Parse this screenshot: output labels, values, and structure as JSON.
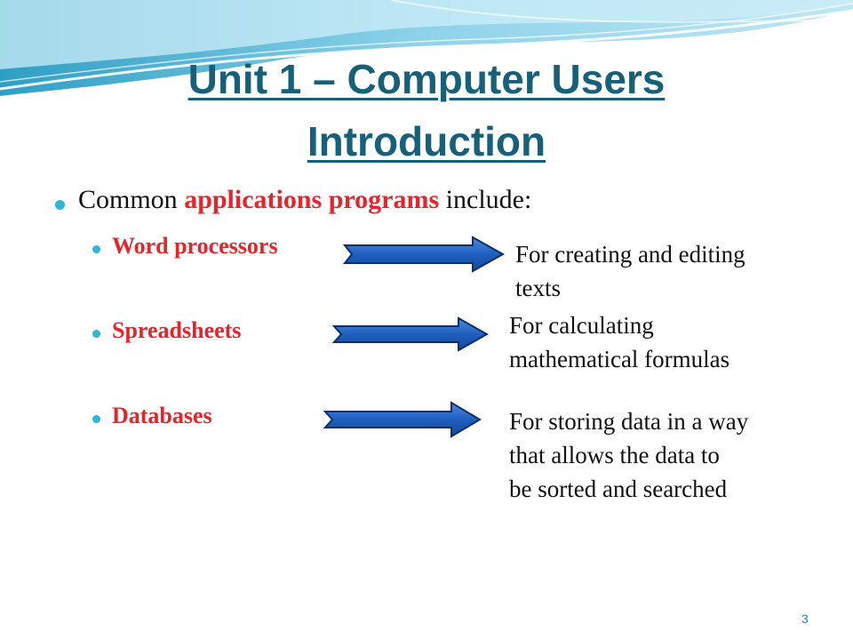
{
  "slide": {
    "title_line1": "Unit 1 – Computer Users",
    "title_line2": "Introduction",
    "intro": {
      "before": "Common ",
      "highlight": "applications programs",
      "after": " include:"
    },
    "items": [
      {
        "label": "Word processors",
        "desc_lines": [
          "For creating and editing",
          "texts"
        ]
      },
      {
        "label": "Spreadsheets",
        "desc_lines": [
          "For calculating",
          "mathematical formulas"
        ]
      },
      {
        "label": "Databases",
        "desc_lines": [
          "For storing data in a way",
          "that allows the data to",
          "be sorted and searched"
        ]
      }
    ],
    "page_number": "3"
  },
  "colors": {
    "title": "#17607a",
    "highlight": "#e8232a",
    "bullet": "#31b5d6",
    "arrow_fill": "#1f5fbf",
    "arrow_stroke": "#0b2f6b"
  },
  "icons": [
    "right-arrow-icon",
    "bullet-dot-icon",
    "header-wave-decoration"
  ]
}
